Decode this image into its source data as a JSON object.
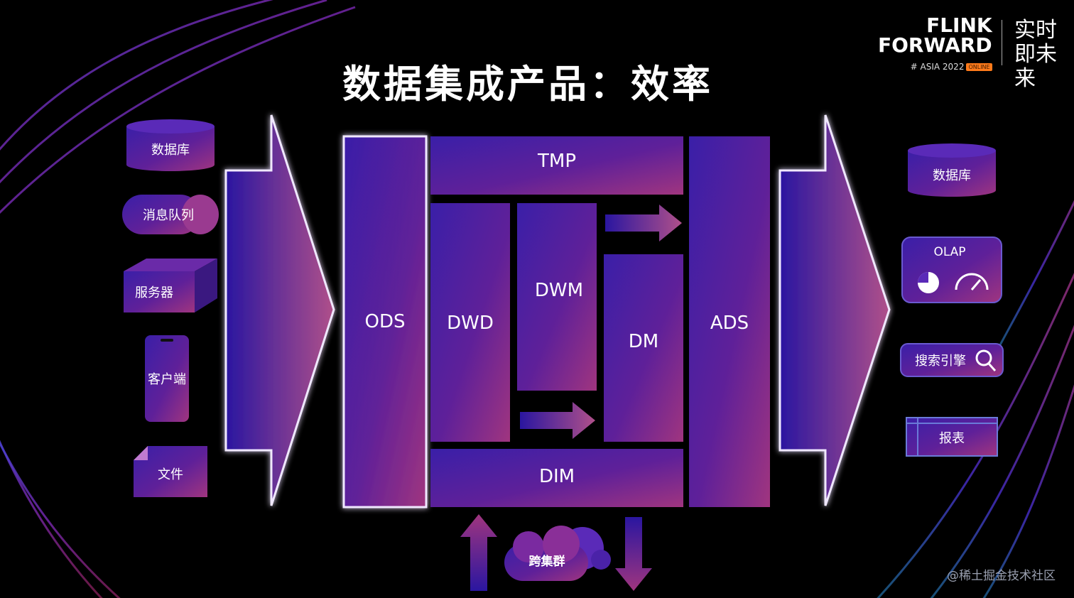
{
  "title": "数据集成产品：效率",
  "logo": {
    "line1": "FLINK",
    "line2": "FORWARD",
    "sub": "# ASIA 2022",
    "badge": "ONLINE",
    "cn": "实时即未来"
  },
  "watermark": "@稀土掘金技术社区",
  "sources": [
    "数据库",
    "消息队列",
    "服务器",
    "客户端",
    "文件"
  ],
  "layers": {
    "ods": "ODS",
    "tmp": "TMP",
    "dwd": "DWD",
    "dwm": "DWM",
    "dm": "DM",
    "dim": "DIM",
    "ads": "ADS"
  },
  "targets": {
    "db": "数据库",
    "olap": "OLAP",
    "search": "搜索引擎",
    "report": "报表"
  },
  "cluster": "跨集群",
  "colors": {
    "primary": "#3a1fa8",
    "accent": "#a0357f",
    "glow": "#f0e8ff"
  }
}
